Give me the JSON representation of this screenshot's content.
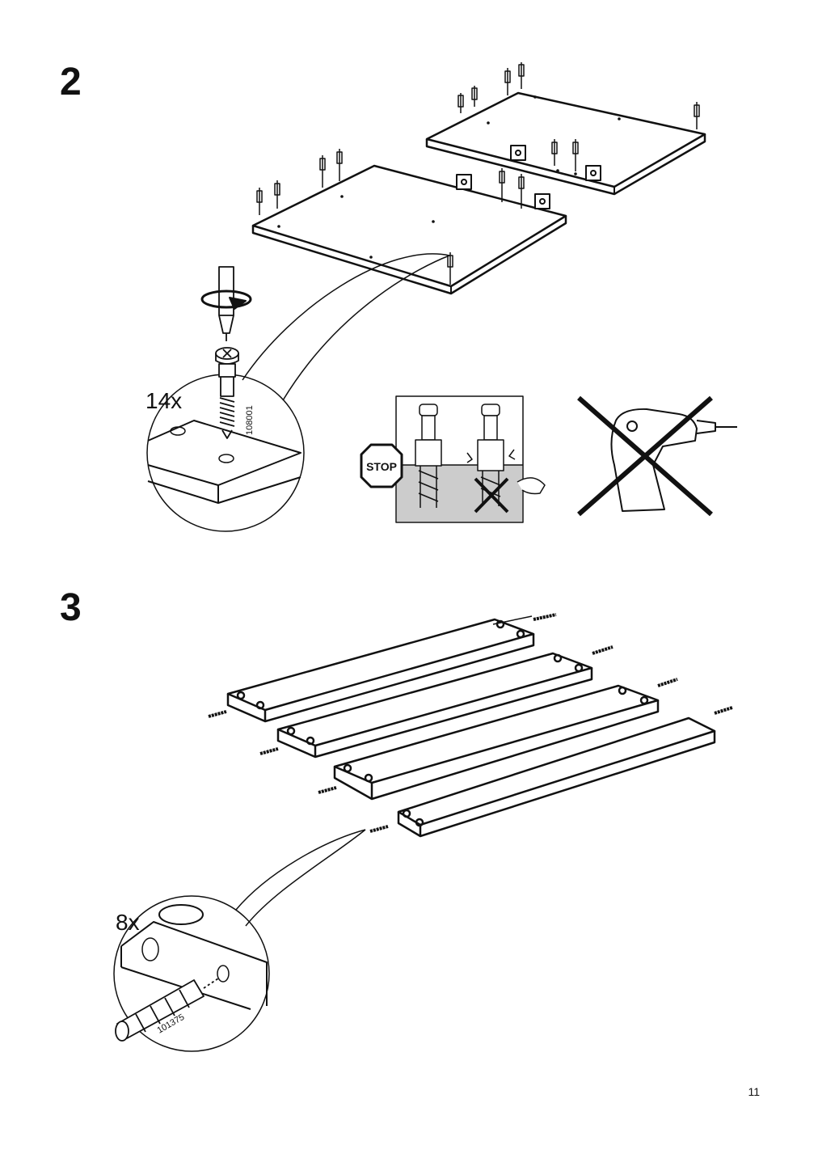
{
  "steps": [
    {
      "number": "2",
      "quantity": "14x",
      "part_id": "108001",
      "warning_label": "STOP"
    },
    {
      "number": "3",
      "quantity": "8x",
      "part_id": "101375"
    }
  ],
  "page": {
    "number": "11"
  },
  "icons": [
    "screwdriver-icon",
    "rotate-arrow-icon",
    "cam-lock-screw-icon",
    "stop-sign-icon",
    "no-power-drill-icon",
    "wooden-dowel-icon"
  ]
}
